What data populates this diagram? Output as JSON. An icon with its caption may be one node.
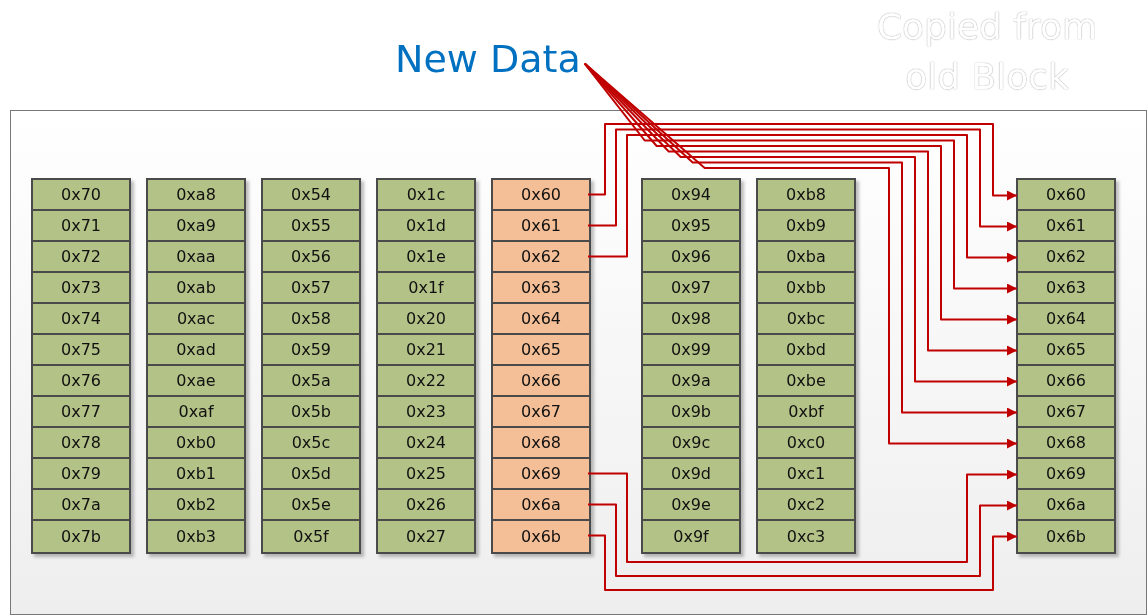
{
  "diagram": {
    "nodes": [
      {
        "text": [
          "New Data"
        ]
      },
      {
        "text": [],
        "shape": "box"
      },
      {
        "text": [],
        "shape": "box",
        "in": 1
      },
      {
        "text": [
          "0x70"
        ],
        "in": 2
      },
      {
        "text": [
          "0x71"
        ],
        "in": 2
      },
      {
        "text": [
          "0x72"
        ],
        "in": 2
      },
      {
        "text": [
          "0x73"
        ],
        "in": 2
      },
      {
        "text": [
          "0x74"
        ],
        "in": 2
      },
      {
        "text": [
          "0x75"
        ],
        "in": 2
      },
      {
        "text": [
          "0x76"
        ],
        "in": 2
      },
      {
        "text": [
          "0x77"
        ],
        "in": 2
      },
      {
        "text": [
          "0x78"
        ],
        "in": 2
      },
      {
        "text": [
          "0x79"
        ],
        "in": 2
      },
      {
        "text": [
          "0x7a"
        ],
        "in": 2
      },
      {
        "text": [
          "0x7b"
        ],
        "in": 2
      },
      {
        "text": [],
        "shape": "box",
        "in": 1
      },
      {
        "text": [
          "0xa8"
        ],
        "in": 15
      },
      {
        "text": [
          "0xa9"
        ],
        "in": 15
      },
      {
        "text": [
          "0xaa"
        ],
        "in": 15
      },
      {
        "text": [
          "0xab"
        ],
        "in": 15
      },
      {
        "text": [
          "0xac"
        ],
        "in": 15
      },
      {
        "text": [
          "0xad"
        ],
        "in": 15
      },
      {
        "text": [
          "0xae"
        ],
        "in": 15
      },
      {
        "text": [
          "0xaf"
        ],
        "in": 15
      },
      {
        "text": [
          "0xb0"
        ],
        "in": 15
      },
      {
        "text": [
          "0xb1"
        ],
        "in": 15
      },
      {
        "text": [
          "0xb2"
        ],
        "in": 15
      },
      {
        "text": [
          "0xb3"
        ],
        "in": 15
      },
      {
        "text": [],
        "shape": "box",
        "in": 1
      },
      {
        "text": [
          "0x54"
        ],
        "in": 28
      },
      {
        "text": [
          "0x55"
        ],
        "in": 28
      },
      {
        "text": [
          "0x56"
        ],
        "in": 28
      },
      {
        "text": [
          "0x57"
        ],
        "in": 28
      },
      {
        "text": [
          "0x58"
        ],
        "in": 28
      },
      {
        "text": [
          "0x59"
        ],
        "in": 28
      },
      {
        "text": [
          "0x5a"
        ],
        "in": 28
      },
      {
        "text": [
          "0x5b"
        ],
        "in": 28
      },
      {
        "text": [
          "0x5c"
        ],
        "in": 28
      },
      {
        "text": [
          "0x5d"
        ],
        "in": 28
      },
      {
        "text": [
          "0x5e"
        ],
        "in": 28
      },
      {
        "text": [
          "0x5f"
        ],
        "in": 28
      },
      {
        "text": [],
        "shape": "box",
        "in": 1
      },
      {
        "text": [
          "0x1c"
        ],
        "in": 41
      },
      {
        "text": [
          "0x1d"
        ],
        "in": 41
      },
      {
        "text": [
          "0x1e"
        ],
        "in": 41
      },
      {
        "text": [
          "0x1f"
        ],
        "in": 41
      },
      {
        "text": [
          "0x20"
        ],
        "in": 41
      },
      {
        "text": [
          "0x21"
        ],
        "in": 41
      },
      {
        "text": [
          "0x22"
        ],
        "in": 41
      },
      {
        "text": [
          "0x23"
        ],
        "in": 41
      },
      {
        "text": [
          "0x24"
        ],
        "in": 41
      },
      {
        "text": [
          "0x25"
        ],
        "in": 41
      },
      {
        "text": [
          "0x26"
        ],
        "in": 41
      },
      {
        "text": [
          "0x27"
        ],
        "in": 41
      },
      {
        "text": [],
        "shape": "box",
        "in": 1
      },
      {
        "text": [
          "0x60"
        ],
        "in": 54
      },
      {
        "text": [
          "0x61"
        ],
        "in": 54
      },
      {
        "text": [
          "0x62"
        ],
        "in": 54
      },
      {
        "text": [
          "0x63"
        ],
        "in": 54
      },
      {
        "text": [
          "0x64"
        ],
        "in": 54
      },
      {
        "text": [
          "0x65"
        ],
        "in": 54
      },
      {
        "text": [
          "0x66"
        ],
        "in": 54
      },
      {
        "text": [
          "0x67"
        ],
        "in": 54
      },
      {
        "text": [
          "0x68"
        ],
        "in": 54
      },
      {
        "text": [
          "0x69"
        ],
        "in": 54
      },
      {
        "text": [
          "0x6a"
        ],
        "in": 54
      },
      {
        "text": [
          "0x6b"
        ],
        "in": 54
      },
      {
        "text": [],
        "shape": "box",
        "in": 1
      },
      {
        "text": [
          "0x94"
        ],
        "in": 67
      },
      {
        "text": [
          "0x95"
        ],
        "in": 67
      },
      {
        "text": [
          "0x96"
        ],
        "in": 67
      },
      {
        "text": [
          "0x97"
        ],
        "in": 67
      },
      {
        "text": [
          "0x98"
        ],
        "in": 67
      },
      {
        "text": [
          "0x99"
        ],
        "in": 67
      },
      {
        "text": [
          "0x9a"
        ],
        "in": 67
      },
      {
        "text": [
          "0x9b"
        ],
        "in": 67
      },
      {
        "text": [
          "0x9c"
        ],
        "in": 67
      },
      {
        "text": [
          "0x9d"
        ],
        "in": 67
      },
      {
        "text": [
          "0x9e"
        ],
        "in": 67
      },
      {
        "text": [
          "0x9f"
        ],
        "in": 67
      },
      {
        "text": [],
        "shape": "box",
        "in": 1
      },
      {
        "text": [
          "0xb8"
        ],
        "in": 80
      },
      {
        "text": [
          "0xb9"
        ],
        "in": 80
      },
      {
        "text": [
          "0xba"
        ],
        "in": 80
      },
      {
        "text": [
          "0xbb"
        ],
        "in": 80
      },
      {
        "text": [
          "0xbc"
        ],
        "in": 80
      },
      {
        "text": [
          "0xbd"
        ],
        "in": 80
      },
      {
        "text": [
          "0xbe"
        ],
        "in": 80
      },
      {
        "text": [
          "0xbf"
        ],
        "in": 80
      },
      {
        "text": [
          "0xc0"
        ],
        "in": 80
      },
      {
        "text": [
          "0xc1"
        ],
        "in": 80
      },
      {
        "text": [
          "0xc2"
        ],
        "in": 80
      },
      {
        "text": [
          "0xc3"
        ],
        "in": 80
      },
      {
        "text": [],
        "shape": "box",
        "in": 1
      },
      {
        "text": [
          "0x60"
        ],
        "in": 93
      },
      {
        "text": [
          "0x61"
        ],
        "in": 93
      },
      {
        "text": [
          "0x62"
        ],
        "in": 93
      },
      {
        "text": [
          "0x63"
        ],
        "in": 93
      },
      {
        "text": [
          "0x64"
        ],
        "in": 93
      },
      {
        "text": [
          "0x65"
        ],
        "in": 93
      },
      {
        "text": [
          "0x66"
        ],
        "in": 93
      },
      {
        "text": [
          "0x67"
        ],
        "in": 93
      },
      {
        "text": [
          "0x68"
        ],
        "in": 93
      },
      {
        "text": [
          "0x69"
        ],
        "in": 93
      },
      {
        "text": [
          "0x6a"
        ],
        "in": 93
      },
      {
        "text": [
          "0x6b"
        ],
        "in": 93
      }
    ],
    "edges": [
      {
        "from": 55,
        "to": 94,
        "arrow": "to"
      },
      {
        "from": 56,
        "to": 95,
        "arrow": "to"
      },
      {
        "from": 57,
        "to": 96,
        "arrow": "to"
      },
      {
        "from": 0,
        "to": 97,
        "arrow": "to"
      },
      {
        "from": 0,
        "to": 98,
        "arrow": "to"
      },
      {
        "from": 0,
        "to": 99,
        "arrow": "to"
      },
      {
        "from": 0,
        "to": 100,
        "arrow": "to"
      },
      {
        "from": 0,
        "to": 101,
        "arrow": "to"
      },
      {
        "from": 0,
        "to": 102,
        "arrow": "to"
      },
      {
        "from": 64,
        "to": 103,
        "arrow": "to"
      },
      {
        "from": 65,
        "to": 104,
        "arrow": "to"
      },
      {
        "from": 66,
        "to": 105,
        "arrow": "to"
      }
    ],
    "labels": [
      "Copied from old Block"
    ]
  }
}
